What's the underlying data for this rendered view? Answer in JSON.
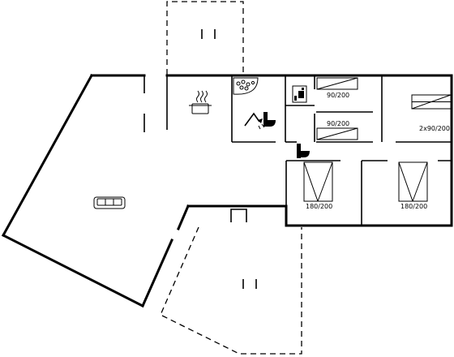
{
  "labels": {
    "bed_upper_left": "90/200",
    "bed_lower_left": "90/200",
    "bed_twin_right": "2x90/200",
    "bed_double_left": "180/200",
    "bed_double_right": "180/200"
  },
  "icons": {
    "terrace_top": "terrace-icon",
    "terrace_bottom": "terrace-icon",
    "kitchen": "cooking-pot-icon",
    "living": "sofa-icon",
    "spa": "whirlpool-icon",
    "shower": "shower-icon",
    "toilet": "toilet-icon",
    "washing": "washing-machine-icon"
  }
}
